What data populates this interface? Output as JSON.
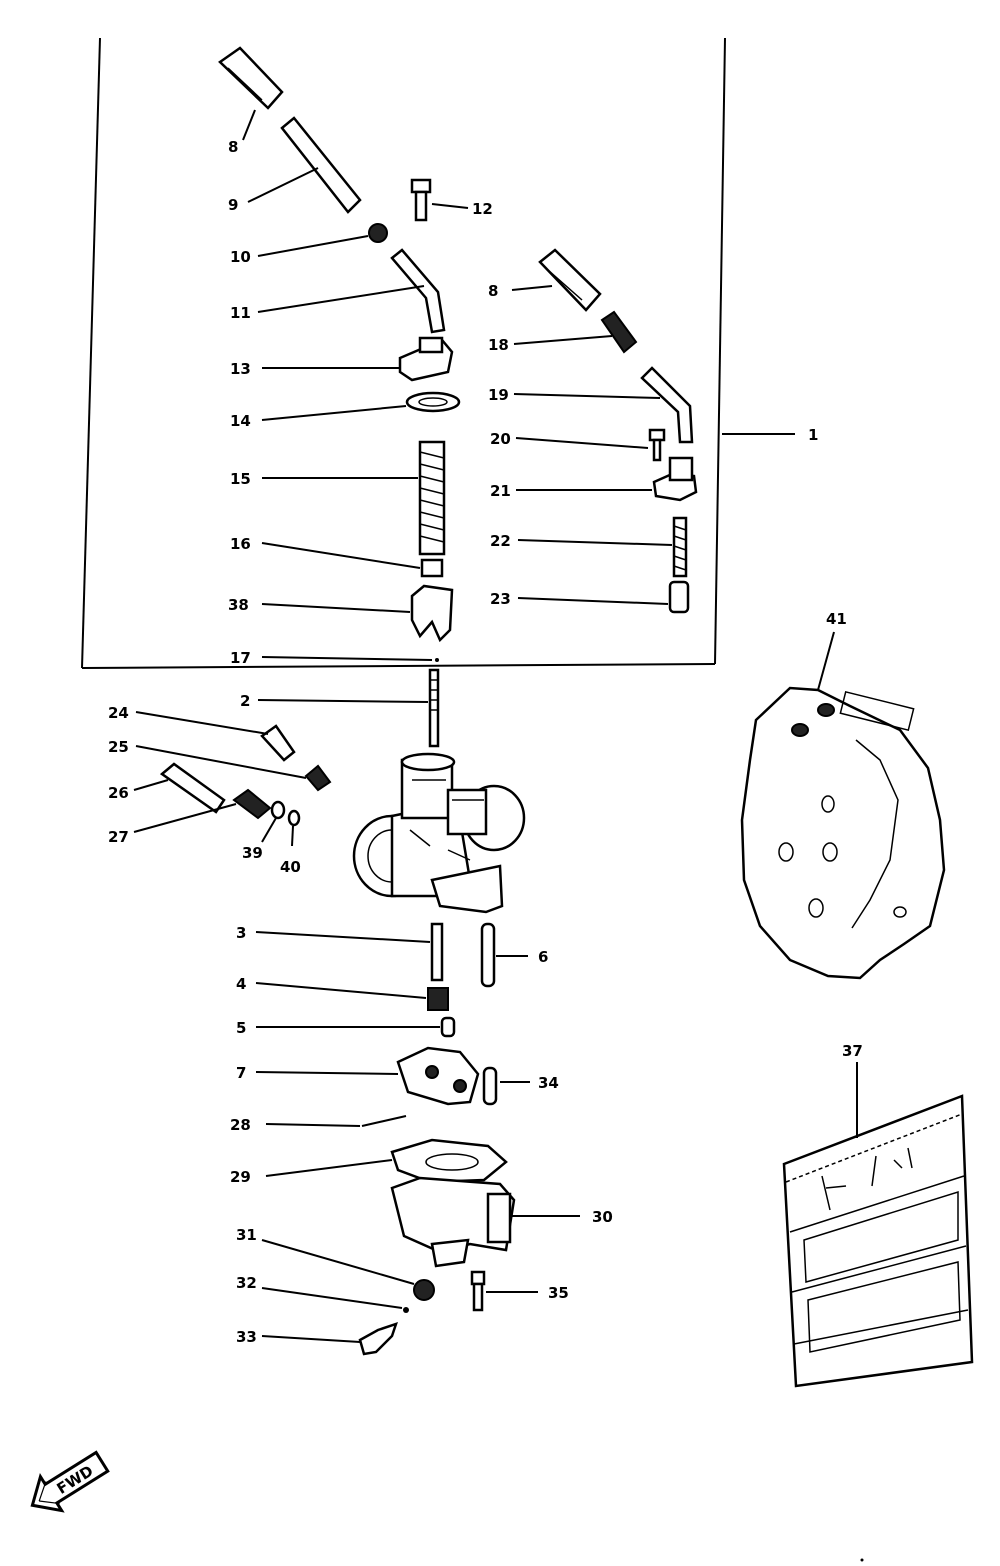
{
  "diagram": {
    "frame_callout": "1",
    "fwd_label": "FWD",
    "callouts": {
      "c8a": "8",
      "c9": "9",
      "c10": "10",
      "c11": "11",
      "c12": "12",
      "c13": "13",
      "c14": "14",
      "c15": "15",
      "c16": "16",
      "c38": "38",
      "c17": "17",
      "c2": "2",
      "c24": "24",
      "c25": "25",
      "c26": "26",
      "c27": "27",
      "c39": "39",
      "c40": "40",
      "c8b": "8",
      "c18": "18",
      "c19": "19",
      "c20": "20",
      "c21": "21",
      "c22": "22",
      "c23": "23",
      "c3": "3",
      "c6": "6",
      "c4": "4",
      "c5": "5",
      "c7": "7",
      "c34": "34",
      "c28": "28",
      "c29": "29",
      "c30": "30",
      "c31": "31",
      "c32": "32",
      "c33": "33",
      "c35": "35",
      "c41": "41",
      "c37": "37"
    }
  }
}
